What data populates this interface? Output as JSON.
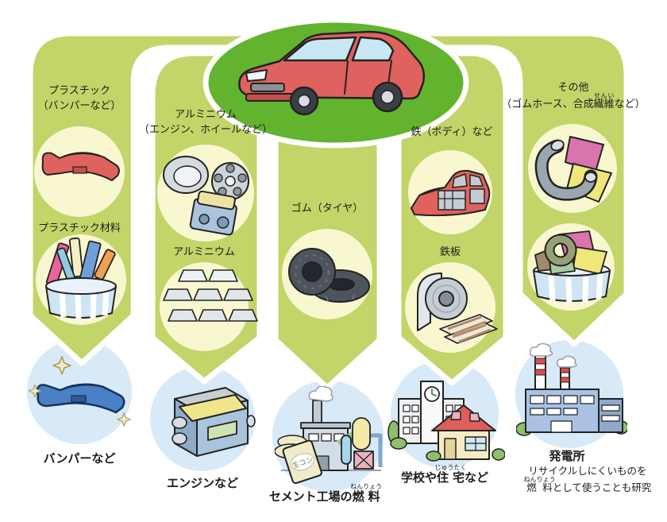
{
  "diagram_subject": "car-recycling-flow",
  "palette": {
    "ribbon_green": "#c3d468",
    "oval_green": "#62b32e",
    "pale_yellow": "#f8f7d0",
    "light_blue": "#d8e9f7",
    "car_red": "#e0625e",
    "dark_red": "#c34f4f",
    "ink": "#222222"
  },
  "illustrations": {
    "header": "red-car",
    "column1": [
      "red-bumper",
      "plastic-scrap-tub",
      "recycled-blue-bumper"
    ],
    "column2": [
      "aluminum-drum-wheel-engine",
      "aluminum-ingots",
      "rebuilt-engine"
    ],
    "column3": [
      "tires",
      "cement-factory"
    ],
    "column4": [
      "car-body-shell",
      "steel-roll-and-plates",
      "school-and-house"
    ],
    "column5": [
      "rubber-hose-and-fabric",
      "scrap-tub",
      "power-plant"
    ]
  },
  "cement_bag_label": "生コン",
  "columns": [
    {
      "id": "plastic",
      "title1": "プラスチック",
      "title2": "（バンパーなど）",
      "mid": "プラスチック材料",
      "result": "バンパーなど"
    },
    {
      "id": "aluminum",
      "title1": "アルミニウム",
      "title2": "（エンジン、ホイールなど）",
      "mid": "アルミニウム",
      "result": "エンジンなど"
    },
    {
      "id": "rubber",
      "title1": "ゴム（タイヤ）",
      "result_prefix": "セメント工場の",
      "result_ruby_base": "燃料",
      "result_ruby_text": "ねんりょう",
      "result_suffix": ""
    },
    {
      "id": "iron",
      "title1": "鉄（ボディ）など",
      "mid": "鉄板",
      "result_prefix": "学校や",
      "result_ruby_base": "住宅",
      "result_ruby_text": "じゅうたく",
      "result_suffix": "など"
    },
    {
      "id": "other",
      "title1": "その他",
      "title2_prefix": "（ゴムホース、合成",
      "title2_ruby_base": "繊維",
      "title2_ruby_text": "せんい",
      "title2_suffix": "など）",
      "result": "発電所",
      "note1": "リサイクルしにくいものを",
      "note2_ruby_base": "燃料",
      "note2_ruby_text": "ねんりょう",
      "note2_suffix": "として使うことも研究"
    }
  ]
}
